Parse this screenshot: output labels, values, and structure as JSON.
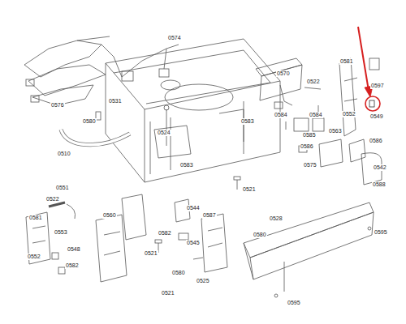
{
  "diagram": {
    "labels": [
      "0574",
      "0570",
      "0522",
      "0581",
      "0597",
      "0549",
      "0576",
      "0531",
      "0580",
      "0524",
      "0583",
      "0584",
      "0584",
      "0585",
      "0552",
      "0563",
      "0586",
      "0586",
      "0542",
      "0575",
      "0588",
      "0510",
      "0583",
      "0521",
      "0522",
      "0551",
      "0581",
      "0560",
      "0544",
      "0587",
      "0528",
      "0580",
      "0553",
      "0582",
      "0545",
      "0548",
      "0552",
      "0521",
      "0580",
      "0525",
      "0582",
      "0521",
      "0595",
      "0595"
    ]
  }
}
